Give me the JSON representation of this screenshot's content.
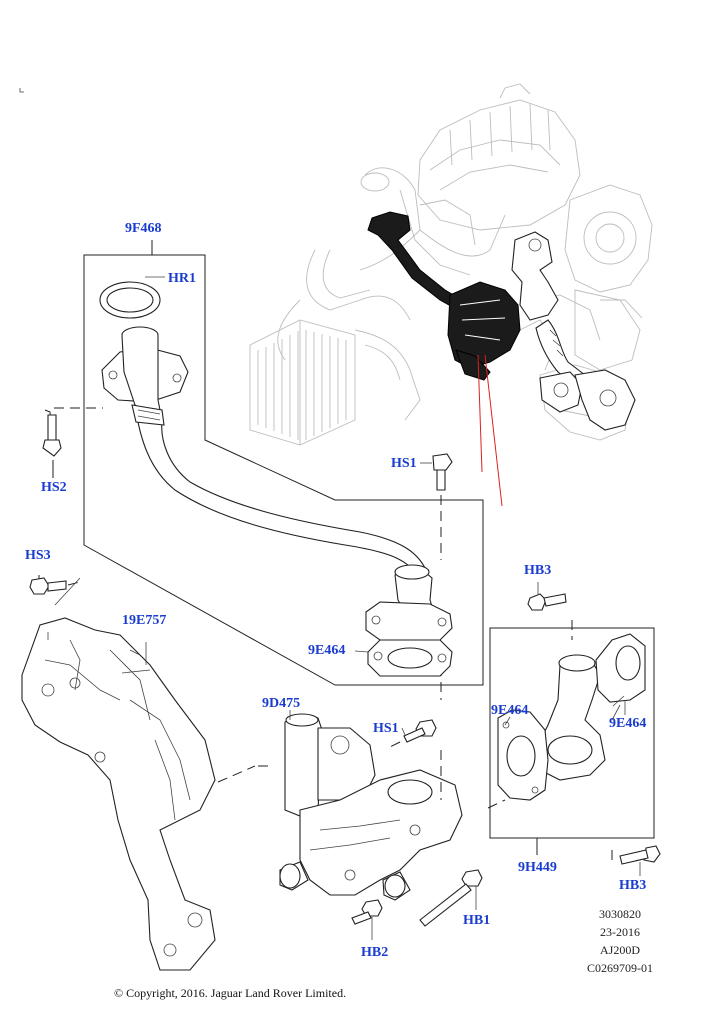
{
  "labels": {
    "l9F468": "9F468",
    "lHR1": "HR1",
    "lHS2": "HS2",
    "lHS1a": "HS1",
    "lHS3": "HS3",
    "l19E757": "19E757",
    "l9E464a": "9E464",
    "lHB3a": "HB3",
    "l9D475": "9D475",
    "lHS1b": "HS1",
    "l9E464b": "9E464",
    "l9E464c": "9E464",
    "l9H449": "9H449",
    "lHB3b": "HB3",
    "lHB1": "HB1",
    "lHB2": "HB2"
  },
  "reference": {
    "line1": "3030820",
    "line2": "23-2016",
    "line3": "AJ200D",
    "line4": "C0269709-01"
  },
  "copyright": "© Copyright, 2016. Jaguar Land Rover Limited.",
  "colors": {
    "label": "#1a3ccf",
    "line": "#222222",
    "ghost_engine": "#bdbdbd",
    "highlight": "#1b1b1b",
    "leader_red": "#e02020"
  }
}
